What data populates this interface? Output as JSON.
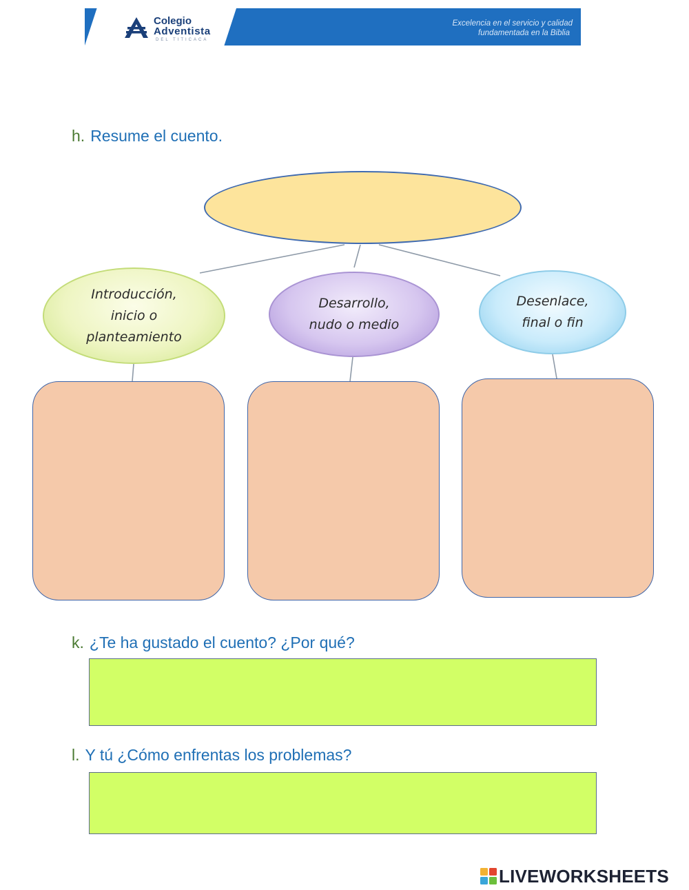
{
  "header": {
    "school_line1": "Colegio",
    "school_line2": "Adventista",
    "school_line3": "DEL TITICACA",
    "motto_line1": "Excelencia en el servicio y calidad",
    "motto_line2": "fundamentada en la Biblia",
    "banner_color": "#1f6fc0"
  },
  "question_h": {
    "letter": "h.",
    "text": "Resume el cuento."
  },
  "diagram": {
    "title_value": "",
    "nodes": [
      {
        "line1": "Introducción,",
        "line2": "inicio o",
        "line3": "planteamiento",
        "answer": ""
      },
      {
        "line1": "Desarrollo,",
        "line2": "nudo o medio",
        "answer": ""
      },
      {
        "line1": "Desenlace,",
        "line2": "final o fin",
        "answer": ""
      }
    ],
    "colors": {
      "title_fill": "#fde49c",
      "answer_fill": "#f5c9aa",
      "intro_fill": "#eef5c2",
      "dev_fill": "#d6c6ef",
      "end_fill": "#c9ebfb"
    }
  },
  "question_k": {
    "letter": "k.",
    "text": "¿Te ha gustado el cuento? ¿Por qué?",
    "answer": ""
  },
  "question_l": {
    "letter": "l.",
    "text": "Y tú ¿Cómo enfrentas los problemas?",
    "answer": ""
  },
  "answer_field_color": "#d2ff66",
  "footer": {
    "brand": "LIVEWORKSHEETS",
    "icon": "liveworksheets-logo-icon"
  }
}
